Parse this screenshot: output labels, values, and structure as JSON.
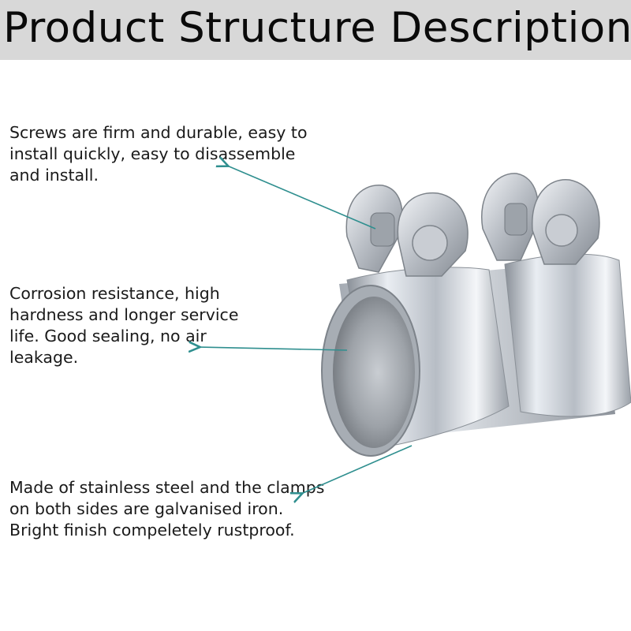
{
  "title": "Product Structure Description",
  "callouts": [
    {
      "text": "Screws are firm and durable, easy to install quickly, easy to disassemble and install."
    },
    {
      "text": "Corrosion resistance, high hardness and longer service life. Good sealing, no air leakage."
    },
    {
      "text": "Made of stainless steel and the clamps on both sides are galvanised iron. Bright finish compeletely rustproof."
    }
  ],
  "colors": {
    "header_bg": "#d8d8d8",
    "arrow": "#2f8f8f",
    "metal_light": "#eef1f5",
    "metal_dark": "#7c828a"
  }
}
